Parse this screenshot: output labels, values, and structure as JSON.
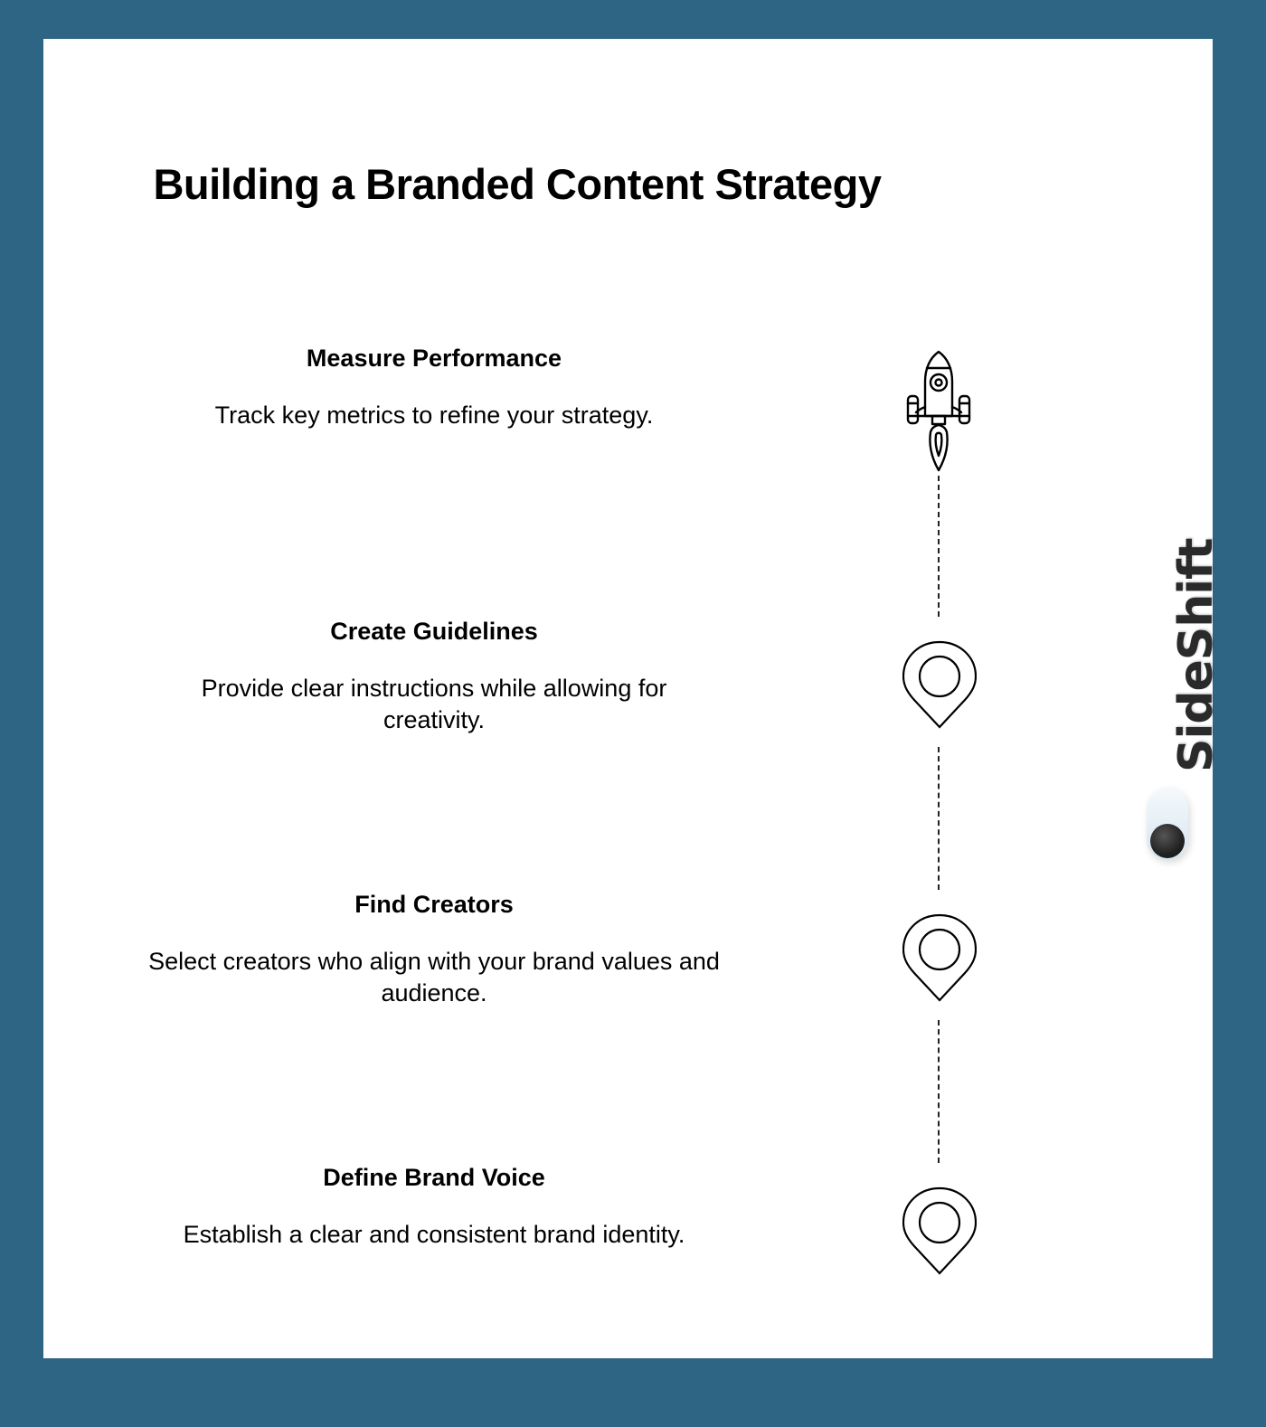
{
  "title": "Building a Branded Content Strategy",
  "colors": {
    "frame_background": "#2f6584",
    "card_background": "#ffffff",
    "text": "#000000"
  },
  "steps": [
    {
      "title": "Measure Performance",
      "description": "Track key metrics to refine your strategy.",
      "icon": "rocket-icon"
    },
    {
      "title": "Create Guidelines",
      "description": "Provide clear instructions while allowing for creativity.",
      "icon": "map-pin-icon"
    },
    {
      "title": "Find Creators",
      "description": "Select creators who align with your brand values and audience.",
      "icon": "map-pin-icon"
    },
    {
      "title": "Define Brand Voice",
      "description": "Establish a clear and consistent brand identity.",
      "icon": "map-pin-icon"
    }
  ],
  "brand": {
    "name": "SideShift",
    "logo_icon": "toggle-switch-icon"
  }
}
